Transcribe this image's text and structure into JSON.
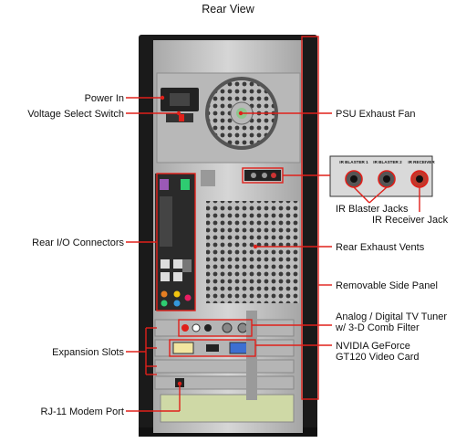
{
  "title": "Rear View",
  "callouts": {
    "power_in": "Power In",
    "voltage_switch": "Voltage Select Switch",
    "psu_fan": "PSU Exhaust Fan",
    "rear_io": "Rear I/O Connectors",
    "ir_blaster_jacks": "IR Blaster Jacks",
    "ir_receiver_jack": "IR Receiver Jack",
    "rear_vents": "Rear Exhaust Vents",
    "side_panel": "Removable Side Panel",
    "tv_tuner_line1": "Analog / Digital TV Tuner",
    "tv_tuner_line2": "w/ 3-D Comb Filter",
    "video_card_line1": "NVIDIA GeForce",
    "video_card_line2": "GT120 Video Card",
    "expansion_slots": "Expansion Slots",
    "modem_port": "RJ-11 Modem Port"
  },
  "inset_labels": {
    "ir_blaster_1": "IR BLASTER 1",
    "ir_blaster_2": "IR BLASTER 2",
    "ir_receiver": "IR RECEIVER"
  },
  "colors": {
    "callout_red": "#e0201a",
    "case_black": "#1a1a1a",
    "panel_silver": "#c9c9c9"
  }
}
